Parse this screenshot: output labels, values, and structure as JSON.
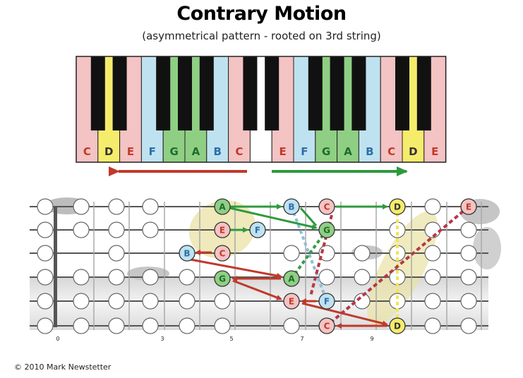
{
  "title": "Contrary Motion",
  "subtitle": "(asymmetrical pattern - rooted on 3rd string)",
  "copyright": "© 2010 Mark Newstetter",
  "colors": {
    "pink": "#f4c3c3",
    "blue": "#bfe2f0",
    "green": "#8fcf84",
    "yellow": "#f6ec6c",
    "red_arrow": "#c0392b",
    "green_arrow": "#2e9a3e",
    "note_text_red": "#c0392b",
    "note_text_green": "#1f6b2a",
    "note_text_blue": "#2c6fa8"
  },
  "keyboard": {
    "white_keys": [
      {
        "label": "C",
        "color": "pink"
      },
      {
        "label": "D",
        "color": "yellow"
      },
      {
        "label": "E",
        "color": "pink"
      },
      {
        "label": "F",
        "color": "blue"
      },
      {
        "label": "G",
        "color": "green"
      },
      {
        "label": "A",
        "color": "green"
      },
      {
        "label": "B",
        "color": "blue"
      },
      {
        "label": "C",
        "color": "pink"
      },
      {
        "label": "",
        "color": "white"
      },
      {
        "label": "E",
        "color": "pink"
      },
      {
        "label": "F",
        "color": "blue"
      },
      {
        "label": "G",
        "color": "green"
      },
      {
        "label": "A",
        "color": "green"
      },
      {
        "label": "B",
        "color": "blue"
      },
      {
        "label": "C",
        "color": "pink"
      },
      {
        "label": "D",
        "color": "yellow"
      },
      {
        "label": "E",
        "color": "pink"
      }
    ]
  },
  "fret_numbers": [
    "0",
    "3",
    "5",
    "7",
    "9"
  ],
  "fret_notes": [
    {
      "label": "A",
      "color": "green"
    },
    {
      "label": "B",
      "color": "blue"
    },
    {
      "label": "C",
      "color": "pink"
    },
    {
      "label": "D",
      "color": "yellow"
    },
    {
      "label": "E",
      "color": "pink"
    },
    {
      "label": "E",
      "color": "pink"
    },
    {
      "label": "F",
      "color": "blue"
    },
    {
      "label": "G",
      "color": "green"
    },
    {
      "label": "B",
      "color": "blue"
    },
    {
      "label": "C",
      "color": "pink"
    },
    {
      "label": "G",
      "color": "green"
    },
    {
      "label": "A",
      "color": "green"
    },
    {
      "label": "E",
      "color": "pink"
    },
    {
      "label": "F",
      "color": "blue"
    },
    {
      "label": "C",
      "color": "pink"
    },
    {
      "label": "D",
      "color": "yellow"
    }
  ]
}
